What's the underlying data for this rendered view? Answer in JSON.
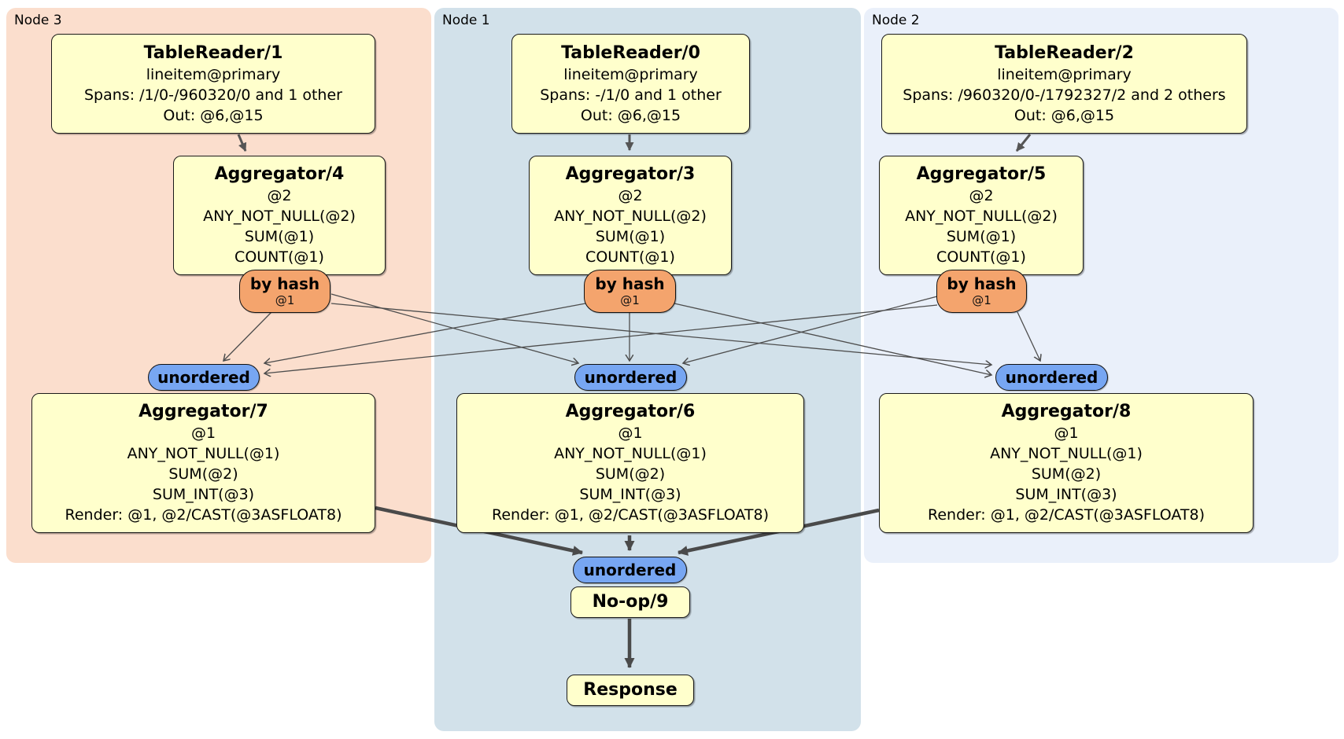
{
  "diagram": {
    "regions": {
      "node3": {
        "label": "Node 3",
        "bg": "#fbdecd"
      },
      "node1": {
        "label": "Node 1",
        "bg": "#d2e1ea"
      },
      "node2": {
        "label": "Node 2",
        "bg": "#eaf0fa"
      }
    },
    "pills": {
      "by_hash": "by hash",
      "by_hash_key": "@1",
      "unordered": "unordered"
    },
    "processors": {
      "tr1": {
        "title": "TableReader/1",
        "lines": [
          "lineitem@primary",
          "Spans: /1/0-/960320/0 and 1 other",
          "Out: @6,@15"
        ]
      },
      "tr0": {
        "title": "TableReader/0",
        "lines": [
          "lineitem@primary",
          "Spans: -/1/0 and 1 other",
          "Out: @6,@15"
        ]
      },
      "tr2": {
        "title": "TableReader/2",
        "lines": [
          "lineitem@primary",
          "Spans: /960320/0-/1792327/2 and 2 others",
          "Out: @6,@15"
        ]
      },
      "agg4": {
        "title": "Aggregator/4",
        "lines": [
          "@2",
          "ANY_NOT_NULL(@2)",
          "SUM(@1)",
          "COUNT(@1)"
        ]
      },
      "agg3": {
        "title": "Aggregator/3",
        "lines": [
          "@2",
          "ANY_NOT_NULL(@2)",
          "SUM(@1)",
          "COUNT(@1)"
        ]
      },
      "agg5": {
        "title": "Aggregator/5",
        "lines": [
          "@2",
          "ANY_NOT_NULL(@2)",
          "SUM(@1)",
          "COUNT(@1)"
        ]
      },
      "agg7": {
        "title": "Aggregator/7",
        "lines": [
          "@1",
          "ANY_NOT_NULL(@1)",
          "SUM(@2)",
          "SUM_INT(@3)",
          "Render: @1, @2/CAST(@3ASFLOAT8)"
        ]
      },
      "agg6": {
        "title": "Aggregator/6",
        "lines": [
          "@1",
          "ANY_NOT_NULL(@1)",
          "SUM(@2)",
          "SUM_INT(@3)",
          "Render: @1, @2/CAST(@3ASFLOAT8)"
        ]
      },
      "agg8": {
        "title": "Aggregator/8",
        "lines": [
          "@1",
          "ANY_NOT_NULL(@1)",
          "SUM(@2)",
          "SUM_INT(@3)",
          "Render: @1, @2/CAST(@3ASFLOAT8)"
        ]
      },
      "noop": {
        "title": "No-op/9"
      },
      "response": {
        "title": "Response"
      }
    },
    "colors": {
      "node3_bg": "#fbdecd",
      "node1_bg": "#d2e1ea",
      "node2_bg": "#eaf0fa",
      "processor_bg": "#ffffcc",
      "hash_router_pill": "#f4a46d",
      "stream_pill": "#77a6f2",
      "edge": "#4d4d4d"
    }
  }
}
